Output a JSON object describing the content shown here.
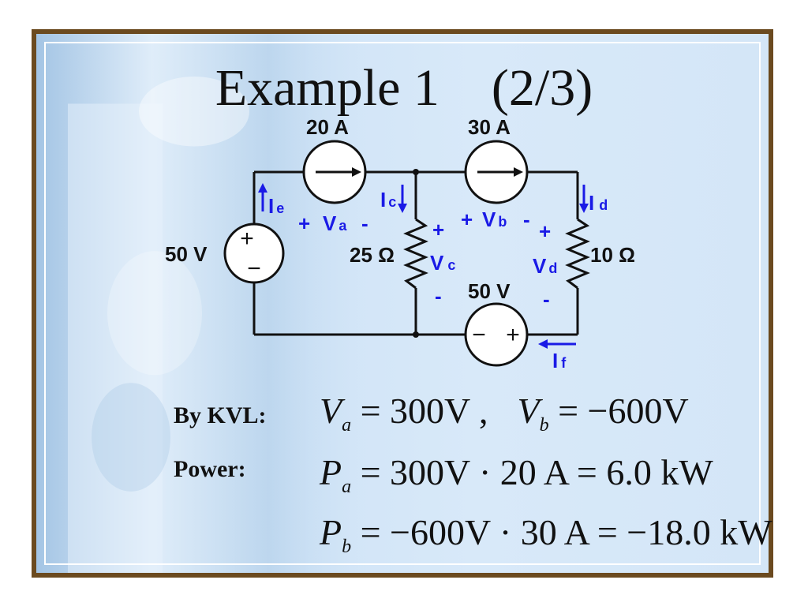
{
  "title": "Example 1    (2/3)",
  "circuit": {
    "source_20A": "20 A",
    "source_30A": "30 A",
    "source_50V_left": "50 V",
    "source_50V_bottom": "50 V",
    "resistor_25": "25 Ω",
    "resistor_10": "10 Ω",
    "plus": "+",
    "minus": "-",
    "minus_sign": "−",
    "Ie": "I",
    "Ie_sub": "e",
    "Ic": "I",
    "Ic_sub": "c",
    "Id": "I",
    "Id_sub": "d",
    "If": "I",
    "If_sub": "f",
    "Va": "V",
    "Va_sub": "a",
    "Vb": "V",
    "Vb_sub": "b",
    "Vc": "V",
    "Vc_sub": "c",
    "Vd": "V",
    "Vd_sub": "d",
    "colors": {
      "wire": "#111111",
      "annotation": "#1a1ae6"
    }
  },
  "kvl": {
    "label": "By KVL:",
    "va_lhs": "V",
    "va_sub": "a",
    "va_rhs": " = 300V ,",
    "vb_lhs": "V",
    "vb_sub": "b",
    "vb_rhs": " = −600V"
  },
  "power": {
    "label": "Power:",
    "pa_lhs": "P",
    "pa_sub": "a",
    "pa_rhs": " = 300V · 20 A = 6.0 kW",
    "pb_lhs": "P",
    "pb_sub": "b",
    "pb_rhs": " = −600V · 30 A = −18.0 kW"
  }
}
